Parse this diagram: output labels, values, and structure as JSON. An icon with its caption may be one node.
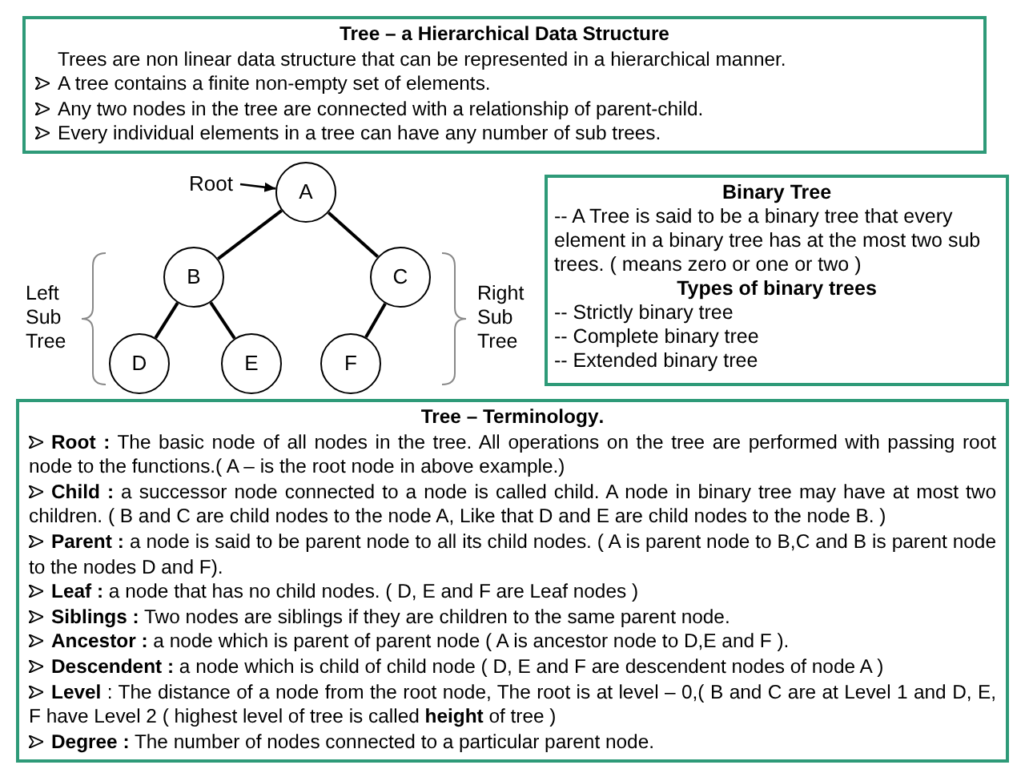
{
  "diagram": {
    "nodes": [
      {
        "text": [
          "Tree – a Hierarchical Data Structure",
          "Trees are non linear data structure that can be represented in a hierarchical manner.",
          "A tree contains a finite non-empty set of elements.",
          "Any two nodes in the tree are connected with a relationship of parent-child.",
          "Every individual elements in a tree can have any number of sub trees."
        ]
      },
      {
        "text": [
          "Root"
        ]
      },
      {
        "text": [
          "A"
        ]
      },
      {
        "text": [
          "B"
        ]
      },
      {
        "text": [
          "C"
        ]
      },
      {
        "text": [
          "D"
        ]
      },
      {
        "text": [
          "E"
        ]
      },
      {
        "text": [
          "F"
        ]
      },
      {
        "text": [
          "Binary Tree",
          "-- A Tree is said to be a binary tree that every element in a binary tree has at the most two sub trees. ( means zero or one or two )",
          "Types of binary trees",
          "-- Strictly binary tree",
          "-- Complete binary tree",
          "-- Extended binary tree"
        ]
      },
      {
        "text": [
          "**Tree – Terminology**.",
          "**Root :** The basic node of all nodes in the tree. All operations on the tree are performed with passing root node to the functions.( A – is the root node in above example.)",
          "**Child :** a successor node connected to a node is called child. A node in binary tree may have at most two children. ( B and C are child nodes to the node A, Like that D and E are child nodes to the node B. )",
          "**Parent :** a node is said to be parent node to all its child nodes. ( A is parent node to B,C and B is parent node to the nodes D and F).",
          "**Leaf :** a node that has no child nodes. ( D, E and F are Leaf nodes )",
          "**Siblings :** Two nodes are siblings if they are children to the same parent node.",
          "**Ancestor :** a node which is parent of parent node ( A is ancestor node to D,E and F ).",
          "**Descendent :** a node which is child of child node ( D, E and F are descendent nodes of node A )",
          "**Level** : The distance of a node from the root node, The root is at level – 0,( B and C are at Level 1 and D, E, F have Level 2 ( highest level of tree is called **height** of tree )",
          "**Degree :** The number of nodes connected to a particular parent node."
        ]
      }
    ],
    "edges": [
      {
        "from": 1,
        "to": 2,
        "arrow": "to"
      },
      {
        "from": 2,
        "to": 3,
        "arrow": "none"
      },
      {
        "from": 2,
        "to": 4,
        "arrow": "none"
      },
      {
        "from": 3,
        "to": 5,
        "arrow": "none"
      },
      {
        "from": 3,
        "to": 6,
        "arrow": "none"
      },
      {
        "from": 4,
        "to": 7,
        "arrow": "none"
      }
    ],
    "labels": [
      "Left Sub Tree",
      "Right Sub Tree"
    ]
  }
}
